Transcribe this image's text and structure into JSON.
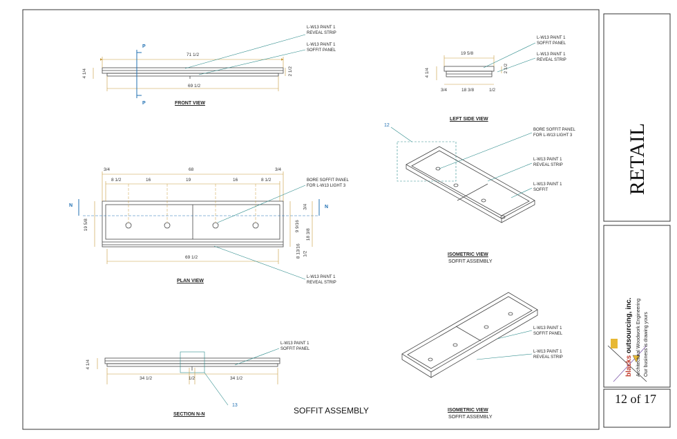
{
  "drawing": {
    "sheet_title": "SOFFIT ASSEMBLY",
    "project": "RETAIL",
    "page": "12 of 17",
    "colors": {
      "line": "#444444",
      "dimension": "#c89a3c",
      "leader": "#2a8a8a",
      "marker": "#1f6fb2"
    }
  },
  "company": {
    "name_bold": "blacks",
    "name_rest": " outsourcing, inc.",
    "tagline1": "Architectural Woodwork Engineering",
    "tagline2": "Our business is drawing yours"
  },
  "front_view": {
    "title": "FRONT VIEW",
    "dims": {
      "top": "71 1/2",
      "bottom": "69 1/2",
      "left": "4 1/4",
      "right": "2 1/2"
    },
    "section_mark": "P",
    "callout1": "L-W13 PAINT 1\nREVEAL STRIP",
    "callout2": "L-W13 PAINT 1\nSOFFIT PANEL"
  },
  "left_side_view": {
    "title": "LEFT SIDE VIEW",
    "dims": {
      "top": "19 5/8",
      "left": "4 1/4",
      "right": "2 1/2",
      "b1": "3/4",
      "b2": "18 3/8",
      "b3": "1/2"
    },
    "callout1": "L-W13 PAINT 1\nSOFFIT PANEL",
    "callout2": "L-W13 PAINT 1\nREVEAL STRIP"
  },
  "plan_view": {
    "title": "PLAN VIEW",
    "dims": {
      "t1": "3/4",
      "t2": "68",
      "t3": "3/4",
      "s1": "8 1/2",
      "s2": "16",
      "s3": "19",
      "s4": "16",
      "s5": "8 1/2",
      "left": "19 5/8",
      "bottom": "69 1/2",
      "r1": "3/4",
      "r2": "9 9/16",
      "r3": "18 3/8",
      "r4": "8 13/16",
      "r5": "1/2"
    },
    "section_mark": "N",
    "callout1": "BORE SOFFIT PANEL\nFOR L-W13 LIGHT 3",
    "callout2": "L-W13 PAINT 1\nREVEAL STRIP"
  },
  "iso_view_1": {
    "title": "ISOMETRIC VIEW",
    "subtitle": "SOFFIT ASSEMBLY",
    "detail_number": "12",
    "callout1": "BORE SOFFIT PANEL\nFOR L-W13 LIGHT 3",
    "callout2": "L-W13 PAINT 1\nREVEAL STRIP",
    "callout3": "L-W13 PAINT 1\nSOFFIT"
  },
  "section_view": {
    "title": "SECTION N-N",
    "dims": {
      "left": "4 1/4",
      "b1": "34 1/2",
      "b2": "1/2",
      "b3": "34 1/2"
    },
    "detail_number": "13",
    "callout1": "L-W13 PAINT 1\nSOFFIT PANEL"
  },
  "iso_view_2": {
    "title": "ISOMETRIC VIEW",
    "subtitle": "SOFFIT ASSEMBLY",
    "callout1": "L-W13 PAINT 1\nSOFFIT PANEL",
    "callout2": "L-W13 PAINT 1\nREVEAL STRIP"
  }
}
